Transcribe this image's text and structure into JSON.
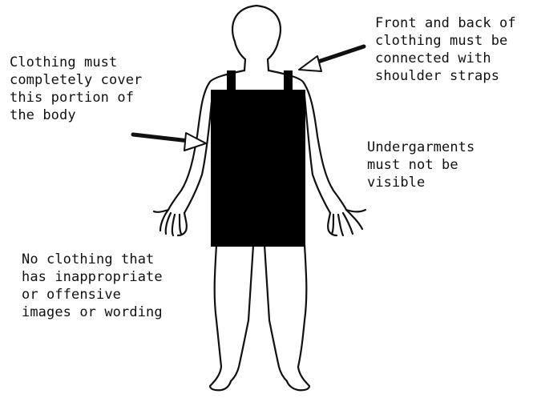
{
  "annotations": {
    "shoulder_straps": "Front and back of\nclothing must be\nconnected with\nshoulder straps",
    "cover_body": "Clothing must\ncompletely cover\nthis portion of\nthe body",
    "undergarments": "Undergarments\nmust not be\nvisible",
    "offensive": "No clothing that\nhas inappropriate\nor offensive\nimages or wording"
  },
  "colors": {
    "outline": "#111111",
    "garment": "#000000",
    "background": "#ffffff"
  }
}
